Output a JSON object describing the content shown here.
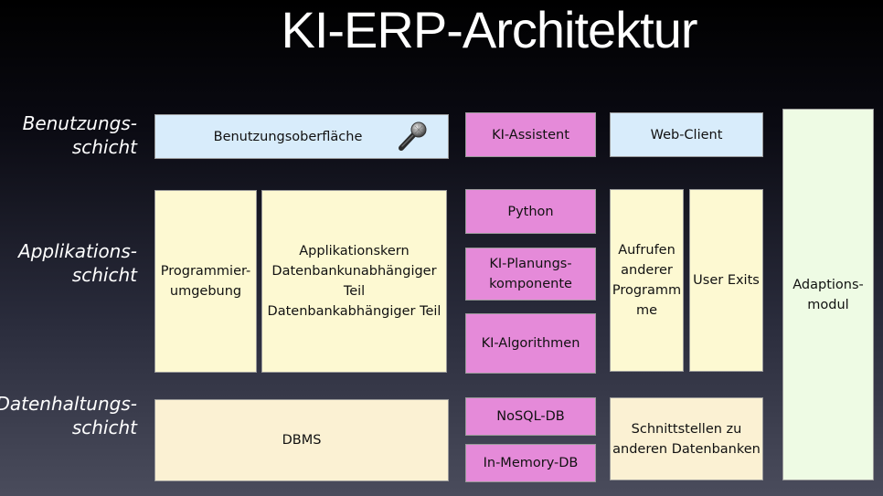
{
  "title": "KI-ERP-Architektur",
  "layers": {
    "benutzung": [
      "Benutzungs-",
      "schicht"
    ],
    "applikation": [
      "Applikations-",
      "schicht"
    ],
    "datenhaltung": [
      "Datenhaltungs-",
      "schicht"
    ]
  },
  "boxes": {
    "benutzungsoberflaeche": "Benutzungsoberfläche",
    "ki_assistent": "KI-Assistent",
    "web_client": "Web-Client",
    "programmierumgebung": [
      "Programmier-",
      "umgebung"
    ],
    "applikationskern": [
      "Applikationskern",
      "Datenbankunabhängiger",
      "Teil",
      "Datenbankabhängiger Teil"
    ],
    "python": "Python",
    "ki_planung": [
      "KI-Planungs-",
      "komponente"
    ],
    "ki_algorithmen": "KI-Algorithmen",
    "aufrufen": [
      "Aufrufen",
      "anderer",
      "Programm",
      "me"
    ],
    "user_exits": "User Exits",
    "adaptionsmodul": [
      "Adaptions-",
      "modul"
    ],
    "dbms": "DBMS",
    "nosql": "NoSQL-DB",
    "inmemory": "In-Memory-DB",
    "schnittstellen": [
      "Schnittstellen zu",
      "anderen Datenbanken"
    ]
  },
  "icons": {
    "microphone": "microphone-icon"
  },
  "colors": {
    "blue": "#d8ecfb",
    "pink": "#e58ad9",
    "yellow": "#fdf9d2",
    "cream": "#fbf1d3",
    "green": "#eefbe4"
  }
}
